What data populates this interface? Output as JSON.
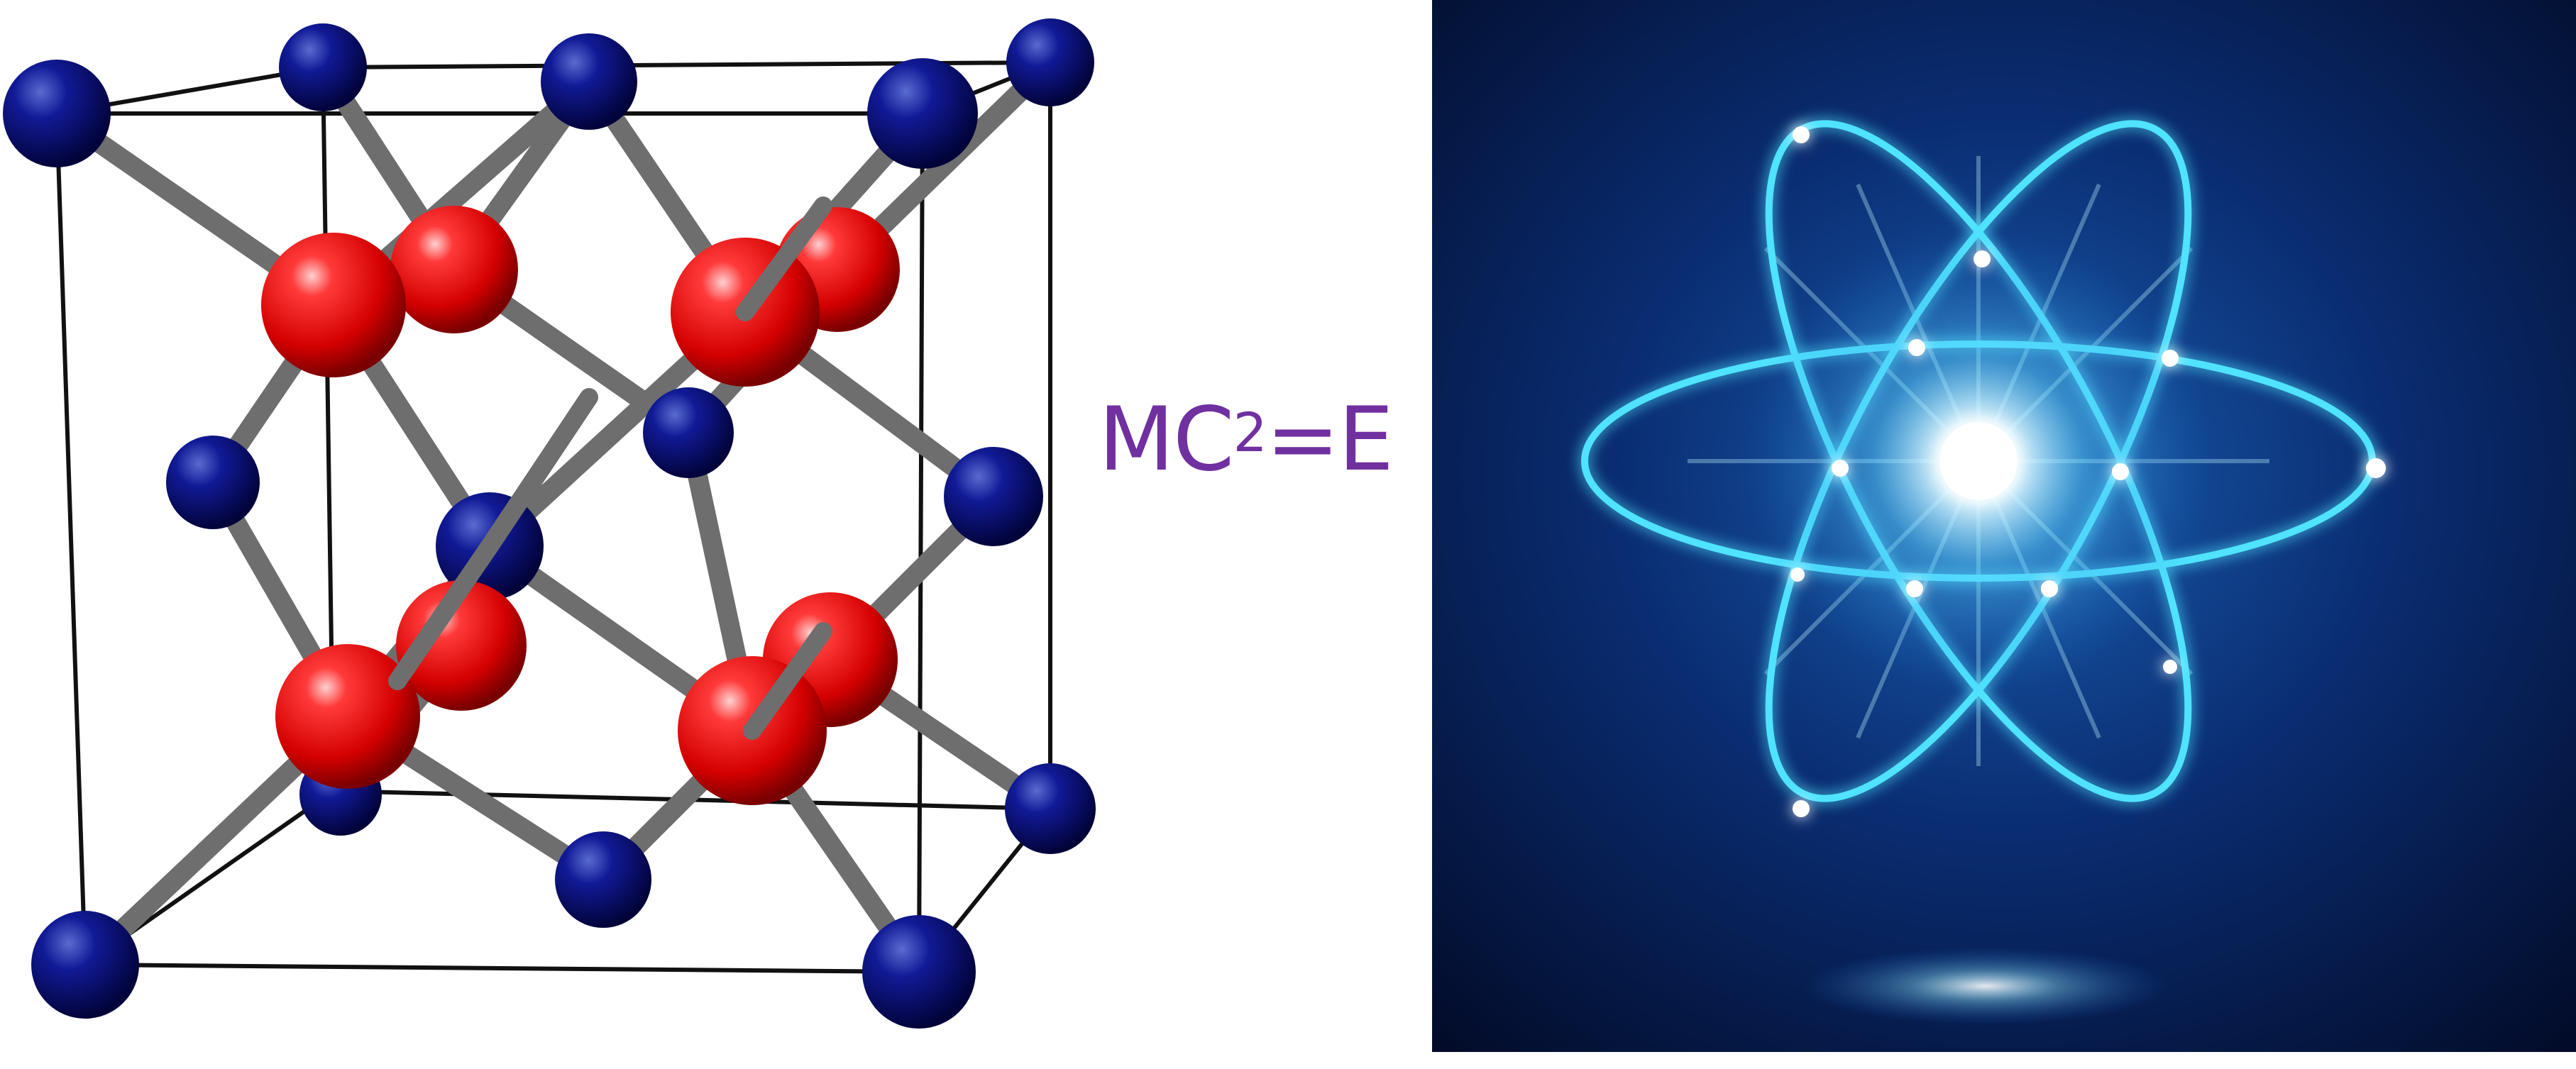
{
  "equation": {
    "base_text": "MC",
    "exponent": "2",
    "rest_text": "=E"
  },
  "colors": {
    "equation": "#7030a0",
    "anion_atom": "#0a0a80",
    "cation_atom": "#e00000",
    "bond": "#707070",
    "cell_edge": "#111111",
    "atom_background": "#04184a",
    "orbit_glow": "#4fe3ff"
  },
  "icons": {
    "crystal": "crystal-lattice-icon",
    "atom": "atom-icon"
  }
}
